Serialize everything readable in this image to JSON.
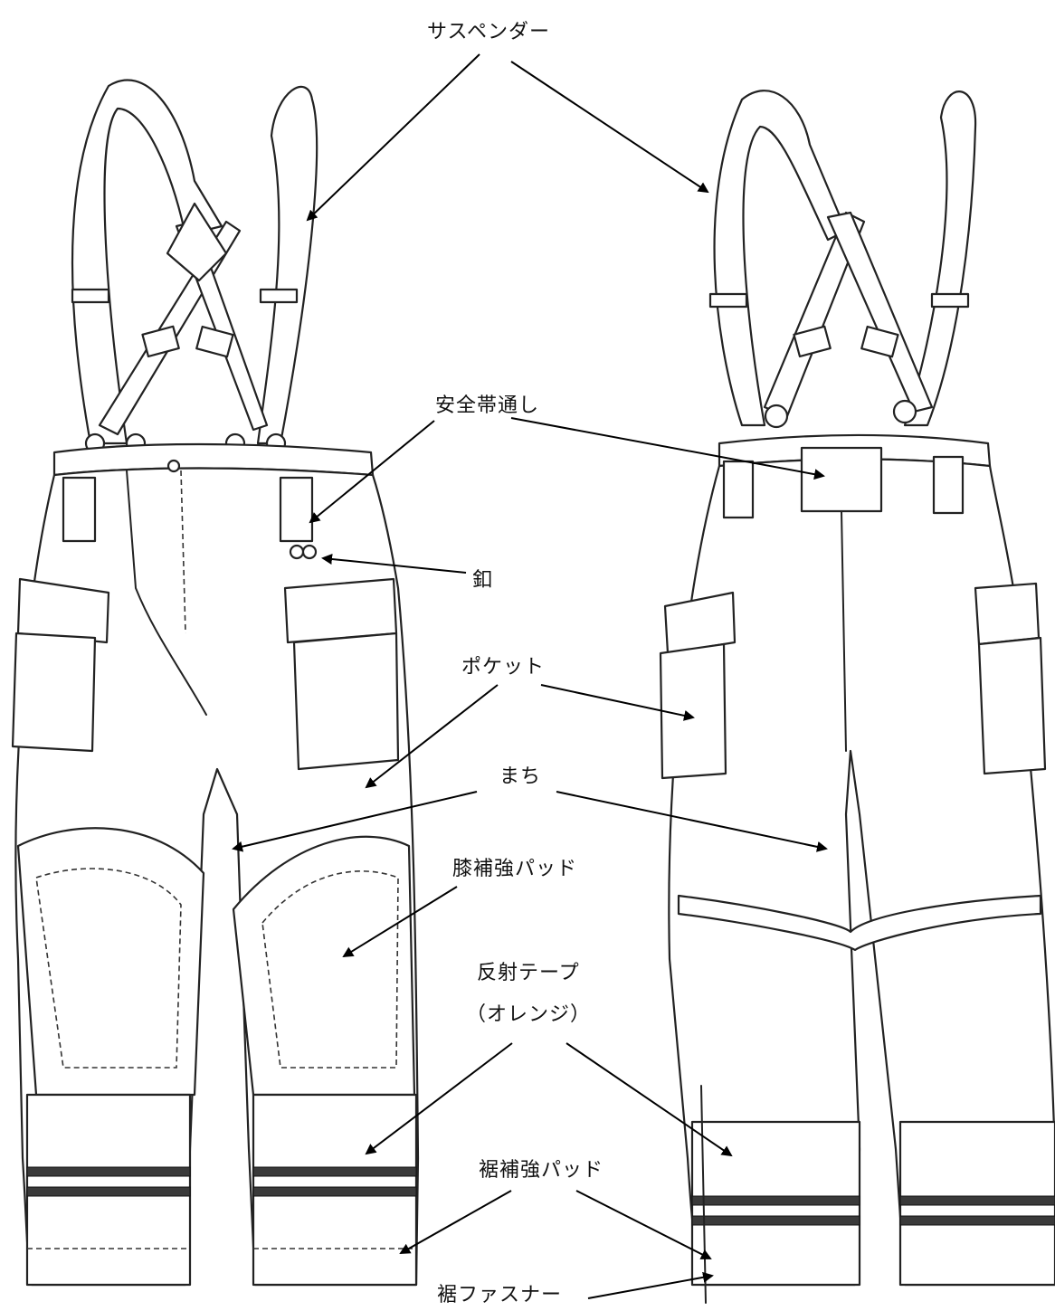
{
  "labels": {
    "suspender": "サスペンダー",
    "belt_loop": "安全帯通し",
    "hook": "釦",
    "pocket": "ポケット",
    "gusset": "まち",
    "knee_pad": "膝補強パッド",
    "reflective_tape": "反射テープ",
    "reflective_tape_color": "（オレンジ）",
    "hem_pad": "裾補強パッド",
    "hem_fastener": "裾ファスナー"
  },
  "colors": {
    "line": "#222222",
    "tape": "#3a3a3a",
    "background": "#ffffff"
  }
}
